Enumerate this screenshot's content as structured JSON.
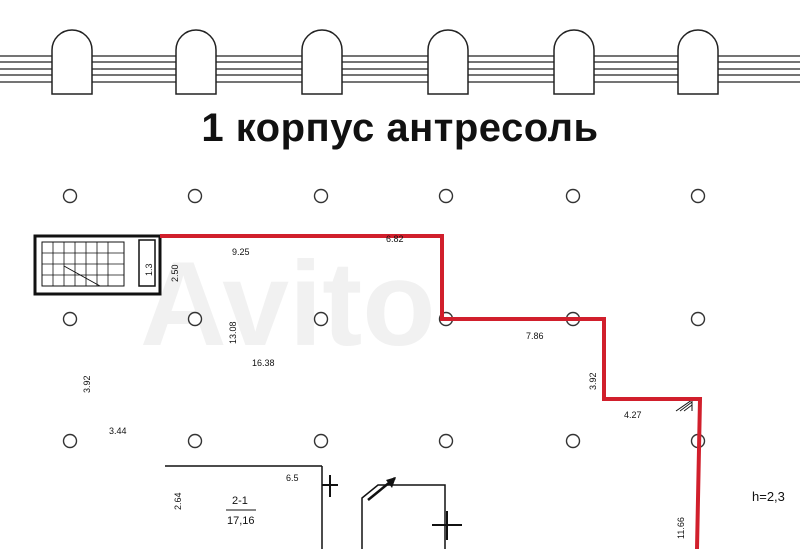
{
  "title": "1 корпус антресоль",
  "watermark": "Avito",
  "room": {
    "name": "2-1",
    "area": "17,16"
  },
  "height_label": "h=2,3",
  "dimensions": {
    "d_925": "9.25",
    "d_top_right": "6.82",
    "d_250": "2.50",
    "d_13": "1.3",
    "d_1308": "13.08",
    "d_1638": "16.38",
    "d_786": "7.86",
    "d_392": "3.92",
    "d_392b": "3.92",
    "d_427": "4.27",
    "d_344": "3.44",
    "d_65": "6.5",
    "d_264": "2.64",
    "d_1166": "11.66"
  },
  "colors": {
    "outline": "#d11f2c",
    "grid": "#333333",
    "walls": "#111111",
    "watermark": "#e6e6e6"
  }
}
